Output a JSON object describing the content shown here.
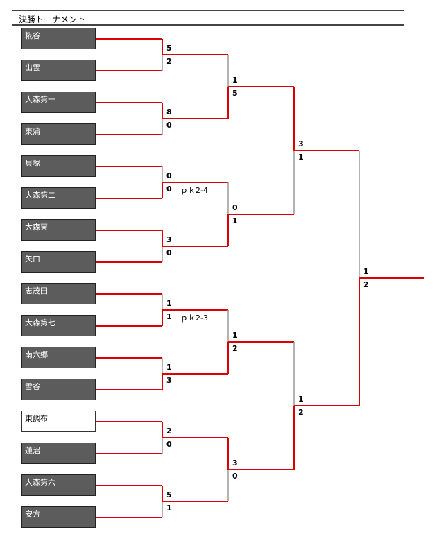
{
  "title": "決勝トーナメント",
  "teams": [
    {
      "name": "糀谷",
      "highlight": false
    },
    {
      "name": "出雲",
      "highlight": false
    },
    {
      "name": "大森第一",
      "highlight": false
    },
    {
      "name": "東蒲",
      "highlight": false
    },
    {
      "name": "貝塚",
      "highlight": false
    },
    {
      "name": "大森第二",
      "highlight": false
    },
    {
      "name": "大森東",
      "highlight": false
    },
    {
      "name": "矢口",
      "highlight": false
    },
    {
      "name": "志茂田",
      "highlight": false
    },
    {
      "name": "大森第七",
      "highlight": false
    },
    {
      "name": "南六郷",
      "highlight": false
    },
    {
      "name": "雪谷",
      "highlight": false
    },
    {
      "name": "東調布",
      "highlight": true
    },
    {
      "name": "蓮沼",
      "highlight": false
    },
    {
      "name": "大森第六",
      "highlight": false
    },
    {
      "name": "安方",
      "highlight": false
    }
  ],
  "round1": [
    {
      "top": "5",
      "bottom": "2",
      "pk": ""
    },
    {
      "top": "8",
      "bottom": "0",
      "pk": ""
    },
    {
      "top": "0",
      "bottom": "0",
      "pk": "ｐｋ2-4"
    },
    {
      "top": "3",
      "bottom": "0",
      "pk": ""
    },
    {
      "top": "1",
      "bottom": "1",
      "pk": "ｐｋ2-3"
    },
    {
      "top": "1",
      "bottom": "3",
      "pk": ""
    },
    {
      "top": "2",
      "bottom": "0",
      "pk": ""
    },
    {
      "top": "5",
      "bottom": "1",
      "pk": ""
    }
  ],
  "round2": [
    {
      "top": "1",
      "bottom": "5"
    },
    {
      "top": "0",
      "bottom": "1"
    },
    {
      "top": "1",
      "bottom": "2"
    },
    {
      "top": "3",
      "bottom": "0"
    }
  ],
  "semifinal": [
    {
      "top": "3",
      "bottom": "1"
    },
    {
      "top": "1",
      "bottom": "2"
    }
  ],
  "final": {
    "top": "1",
    "bottom": "2"
  },
  "colors": {
    "win": "#dd0000",
    "lose": "#999999",
    "team_box": "#5c5c5c"
  }
}
